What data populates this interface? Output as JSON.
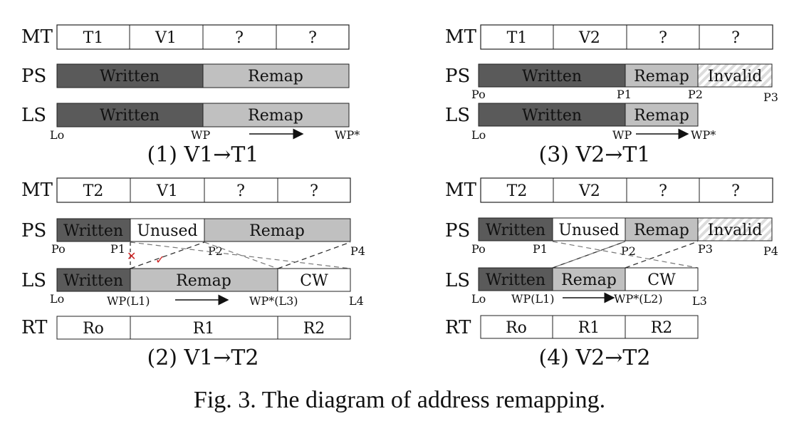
{
  "colors": {
    "written": "#5a5a5a",
    "remap": "#c0c0c0",
    "unused": "#ffffff",
    "invalid_stripe": "#d9d9d9",
    "marker": "#cc2222"
  },
  "rows": {
    "mt": "MT",
    "ps": "PS",
    "ls": "LS",
    "rt": "RT"
  },
  "panel1": {
    "title": "(1) V1→T1",
    "mt": [
      "T1",
      "V1",
      "?",
      "?"
    ],
    "ps": [
      "Written",
      "Remap"
    ],
    "ls": [
      "Written",
      "Remap"
    ],
    "ls_marks": [
      "Lo",
      "WP",
      "WP*"
    ]
  },
  "panel2": {
    "title": "(2) V1→T2",
    "mt": [
      "T2",
      "V1",
      "?",
      "?"
    ],
    "ps": [
      "Written",
      "Unused",
      "Remap"
    ],
    "ps_marks": [
      "Po",
      "P1",
      "P2",
      "P4"
    ],
    "ls": [
      "Written",
      "Remap",
      "CW"
    ],
    "ls_marks": [
      "Lo",
      "WP(L1)",
      "WP*(L3)",
      "L4"
    ],
    "rt": [
      "Ro",
      "R1",
      "R2"
    ]
  },
  "panel3": {
    "title": "(3) V2→T1",
    "mt": [
      "T1",
      "V2",
      "?",
      "?"
    ],
    "ps": [
      "Written",
      "Remap",
      "Invalid"
    ],
    "ps_marks": [
      "Po",
      "P1",
      "P2",
      "P3"
    ],
    "ls": [
      "Written",
      "Remap"
    ],
    "ls_marks": [
      "Lo",
      "WP",
      "WP*"
    ]
  },
  "panel4": {
    "title": "(4) V2→T2",
    "mt": [
      "T2",
      "V2",
      "?",
      "?"
    ],
    "ps": [
      "Written",
      "Unused",
      "Remap",
      "Invalid"
    ],
    "ps_marks": [
      "Po",
      "P1",
      "P2",
      "P3",
      "P4"
    ],
    "ls": [
      "Written",
      "Remap",
      "CW"
    ],
    "ls_marks": [
      "Lo",
      "WP(L1)",
      "WP*(L2)",
      "L3"
    ],
    "rt": [
      "Ro",
      "R1",
      "R2"
    ]
  },
  "caption": "Fig. 3.  The diagram of address remapping."
}
